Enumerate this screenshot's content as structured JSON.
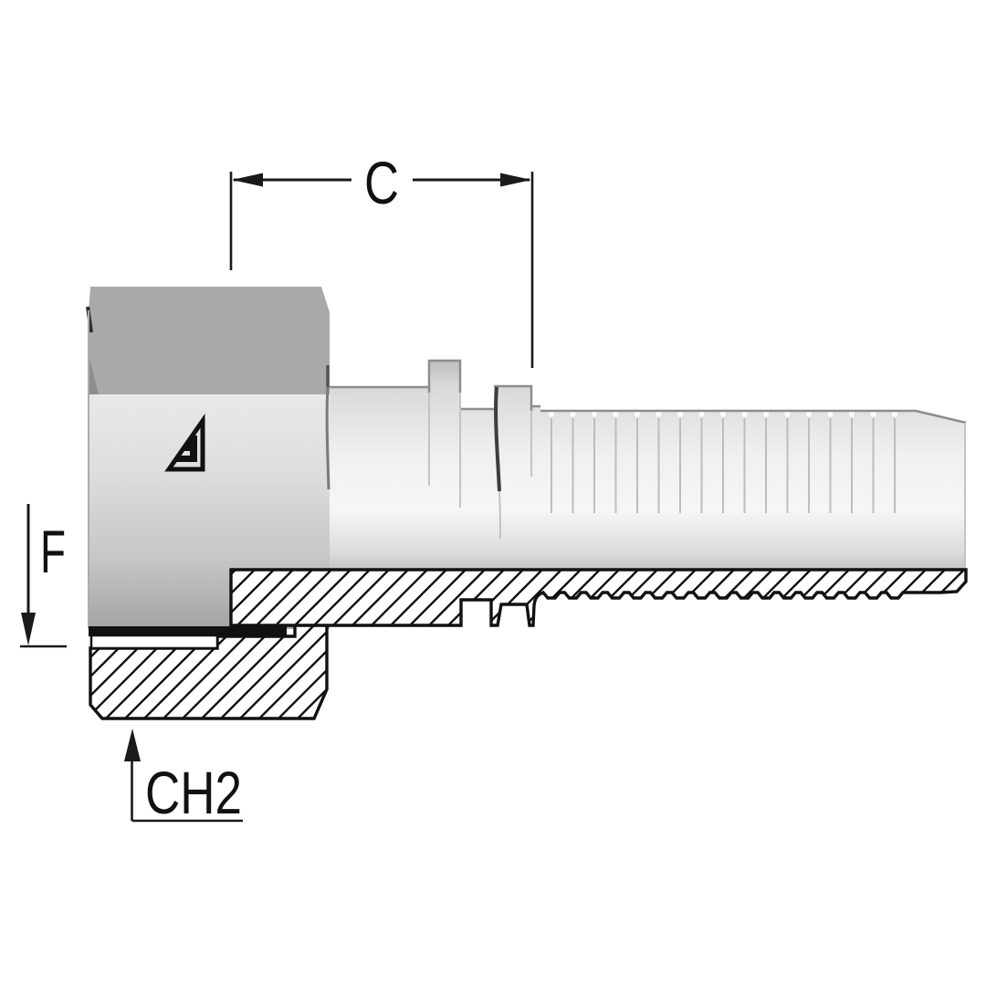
{
  "drawing": {
    "description": "hydraulic hose fitting half-section technical drawing",
    "labels": {
      "cutoff_length": "C",
      "thread_size": "F",
      "hex_size": "CH2"
    },
    "logo": "brand-triangle-logo",
    "colors": {
      "background": "#ffffff",
      "line": "#1a1a1a",
      "nut_facet": "#a9a9a9",
      "metal_light": "#f4f4f4",
      "metal_dark": "#a6a6a6"
    }
  }
}
